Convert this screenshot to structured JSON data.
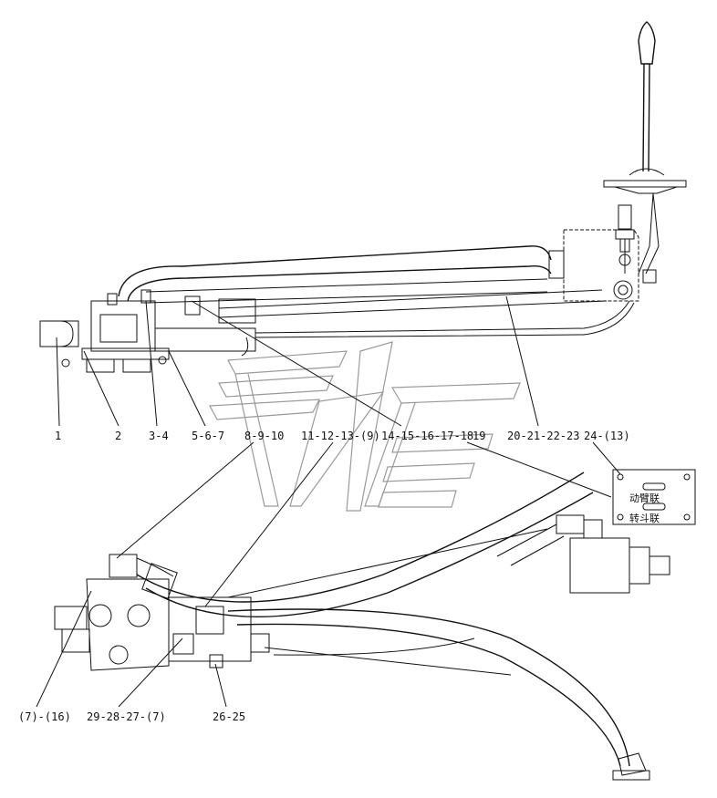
{
  "callouts": {
    "c1": "1",
    "c2": "2",
    "c3": "3-4",
    "c4": "5-6-7",
    "c5": "8-9-10",
    "c6": "11-12-13-(9)",
    "c7": "14-15-16-17-18",
    "c8": "19",
    "c9": "20-21-22-23",
    "c10": "24-(13)",
    "c11": "(7)-(16)",
    "c12": "29-28-27-(7)",
    "c13": "26-25"
  },
  "plate": {
    "label_top": "动臂联",
    "label_bottom": "转斗联"
  }
}
